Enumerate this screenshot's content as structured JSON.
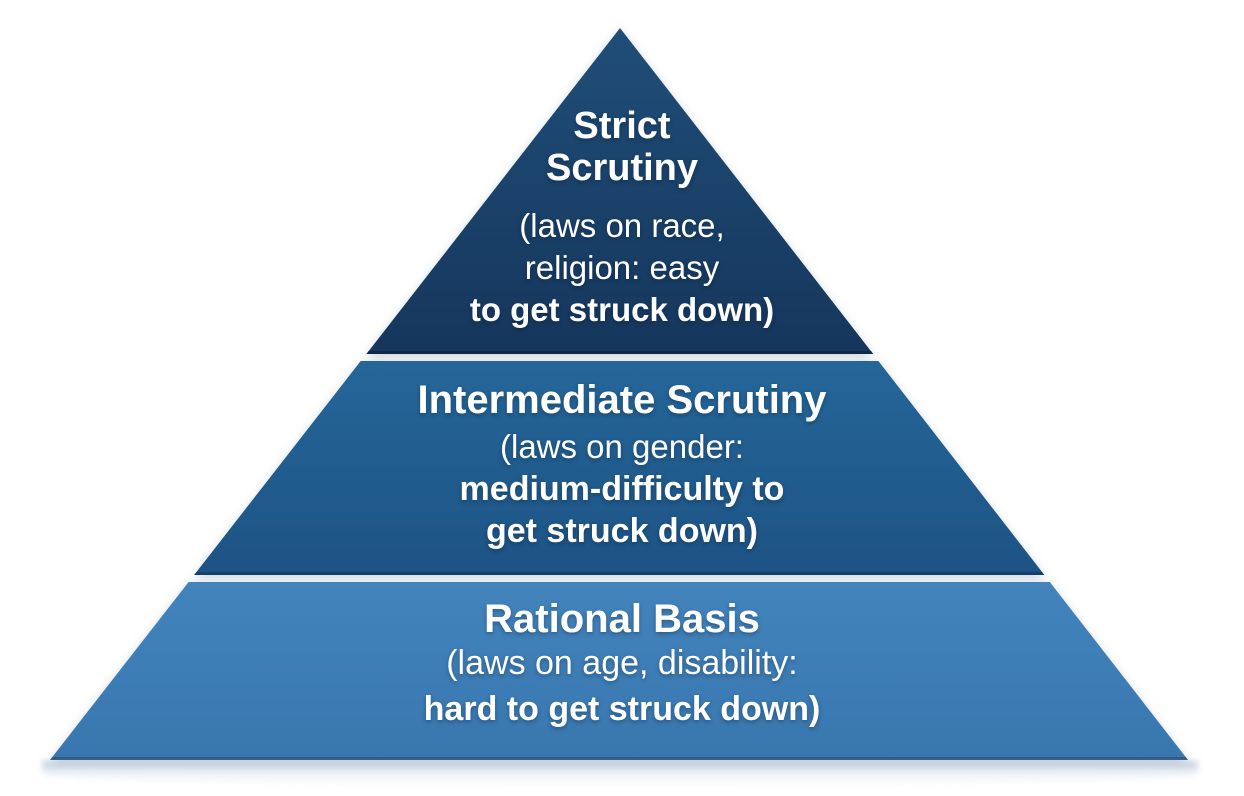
{
  "pyramid": {
    "background_color": "#ffffff",
    "text_color": "#ffffff",
    "levels": [
      {
        "name": "Strict Scrutiny",
        "color_top": "#1f4e78",
        "color_bottom": "#16365c",
        "lines": [
          "Strict",
          "Scrutiny",
          "(laws on race,",
          "religion: easy",
          "to get struck down)"
        ]
      },
      {
        "name": "Intermediate Scrutiny",
        "color_top": "#256699",
        "color_bottom": "#1d5384",
        "lines": [
          "Intermediate Scrutiny",
          "(laws on gender:",
          "medium-difficulty to",
          "get struck down)"
        ]
      },
      {
        "name": "Rational Basis",
        "color_top": "#4384bc",
        "color_bottom": "#3876ae",
        "lines": [
          "Rational Basis",
          "(laws on age, disability:",
          "hard to get struck down)"
        ]
      }
    ]
  }
}
